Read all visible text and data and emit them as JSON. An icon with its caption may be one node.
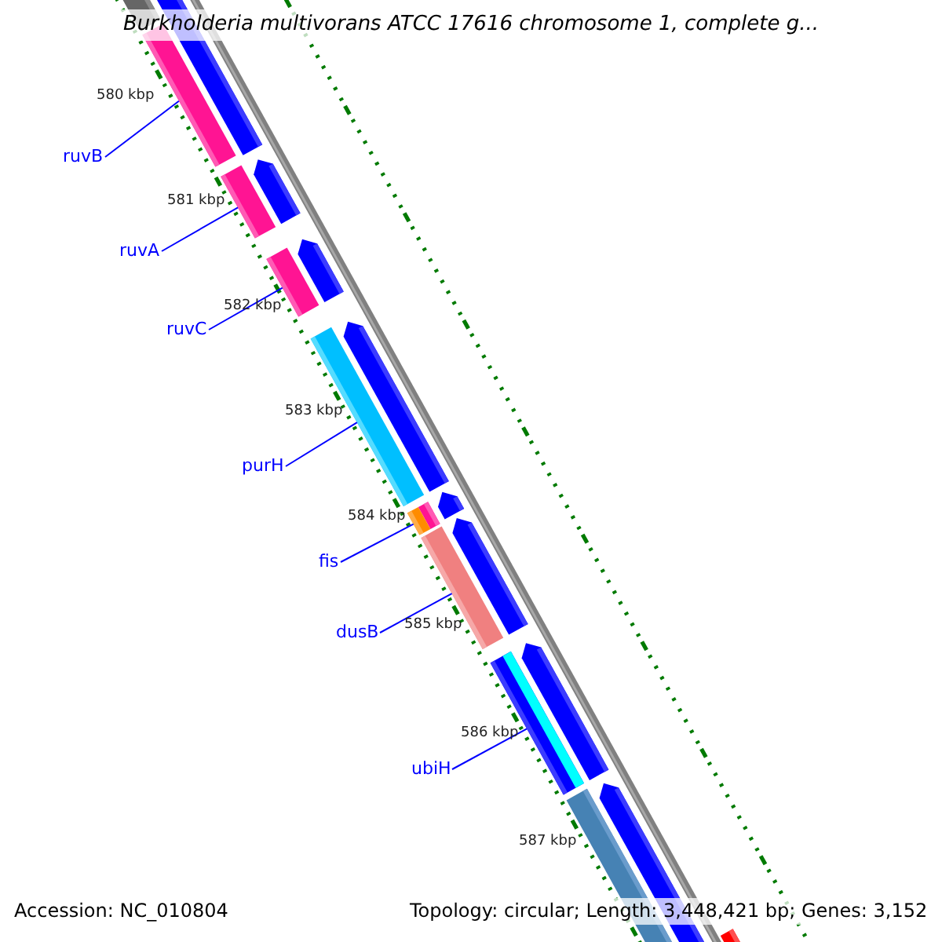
{
  "diagram": {
    "title": "Burkholderia multivorans ATCC 17616 chromosome 1, complete g...",
    "nodes": [
      {
        "text": [
          "ruvB"
        ]
      },
      {
        "text": [
          "ruvA"
        ]
      },
      {
        "text": [
          "ruvC"
        ]
      },
      {
        "text": [
          "purH"
        ]
      },
      {
        "text": [
          "fis"
        ]
      },
      {
        "text": [
          "dusB"
        ]
      },
      {
        "text": [
          "ubiH"
        ]
      },
      {
        "text": [],
        "shape": "bar"
      },
      {
        "text": [],
        "shape": "bar"
      },
      {
        "text": [],
        "shape": "bar"
      },
      {
        "text": [],
        "shape": "bar"
      },
      {
        "text": [],
        "shape": "bar"
      },
      {
        "text": [],
        "shape": "bar"
      },
      {
        "text": [],
        "shape": "bar"
      }
    ],
    "edges": [
      {
        "from": 0,
        "to": 7,
        "arrow": "none"
      },
      {
        "from": 1,
        "to": 8,
        "arrow": "none"
      },
      {
        "from": 2,
        "to": 9,
        "arrow": "none"
      },
      {
        "from": 3,
        "to": 10,
        "arrow": "none"
      },
      {
        "from": 4,
        "to": 11,
        "arrow": "none"
      },
      {
        "from": 5,
        "to": 12,
        "arrow": "none"
      },
      {
        "from": 6,
        "to": 13,
        "arrow": "none"
      }
    ],
    "labels": [
      "580 kbp",
      "581 kbp",
      "582 kbp",
      "583 kbp",
      "584 kbp",
      "585 kbp",
      "586 kbp",
      "587 kbp",
      "Accession: NC_010804",
      "Topology: circular; Length: 3,448,421 bp; Genes: 3,152"
    ]
  }
}
